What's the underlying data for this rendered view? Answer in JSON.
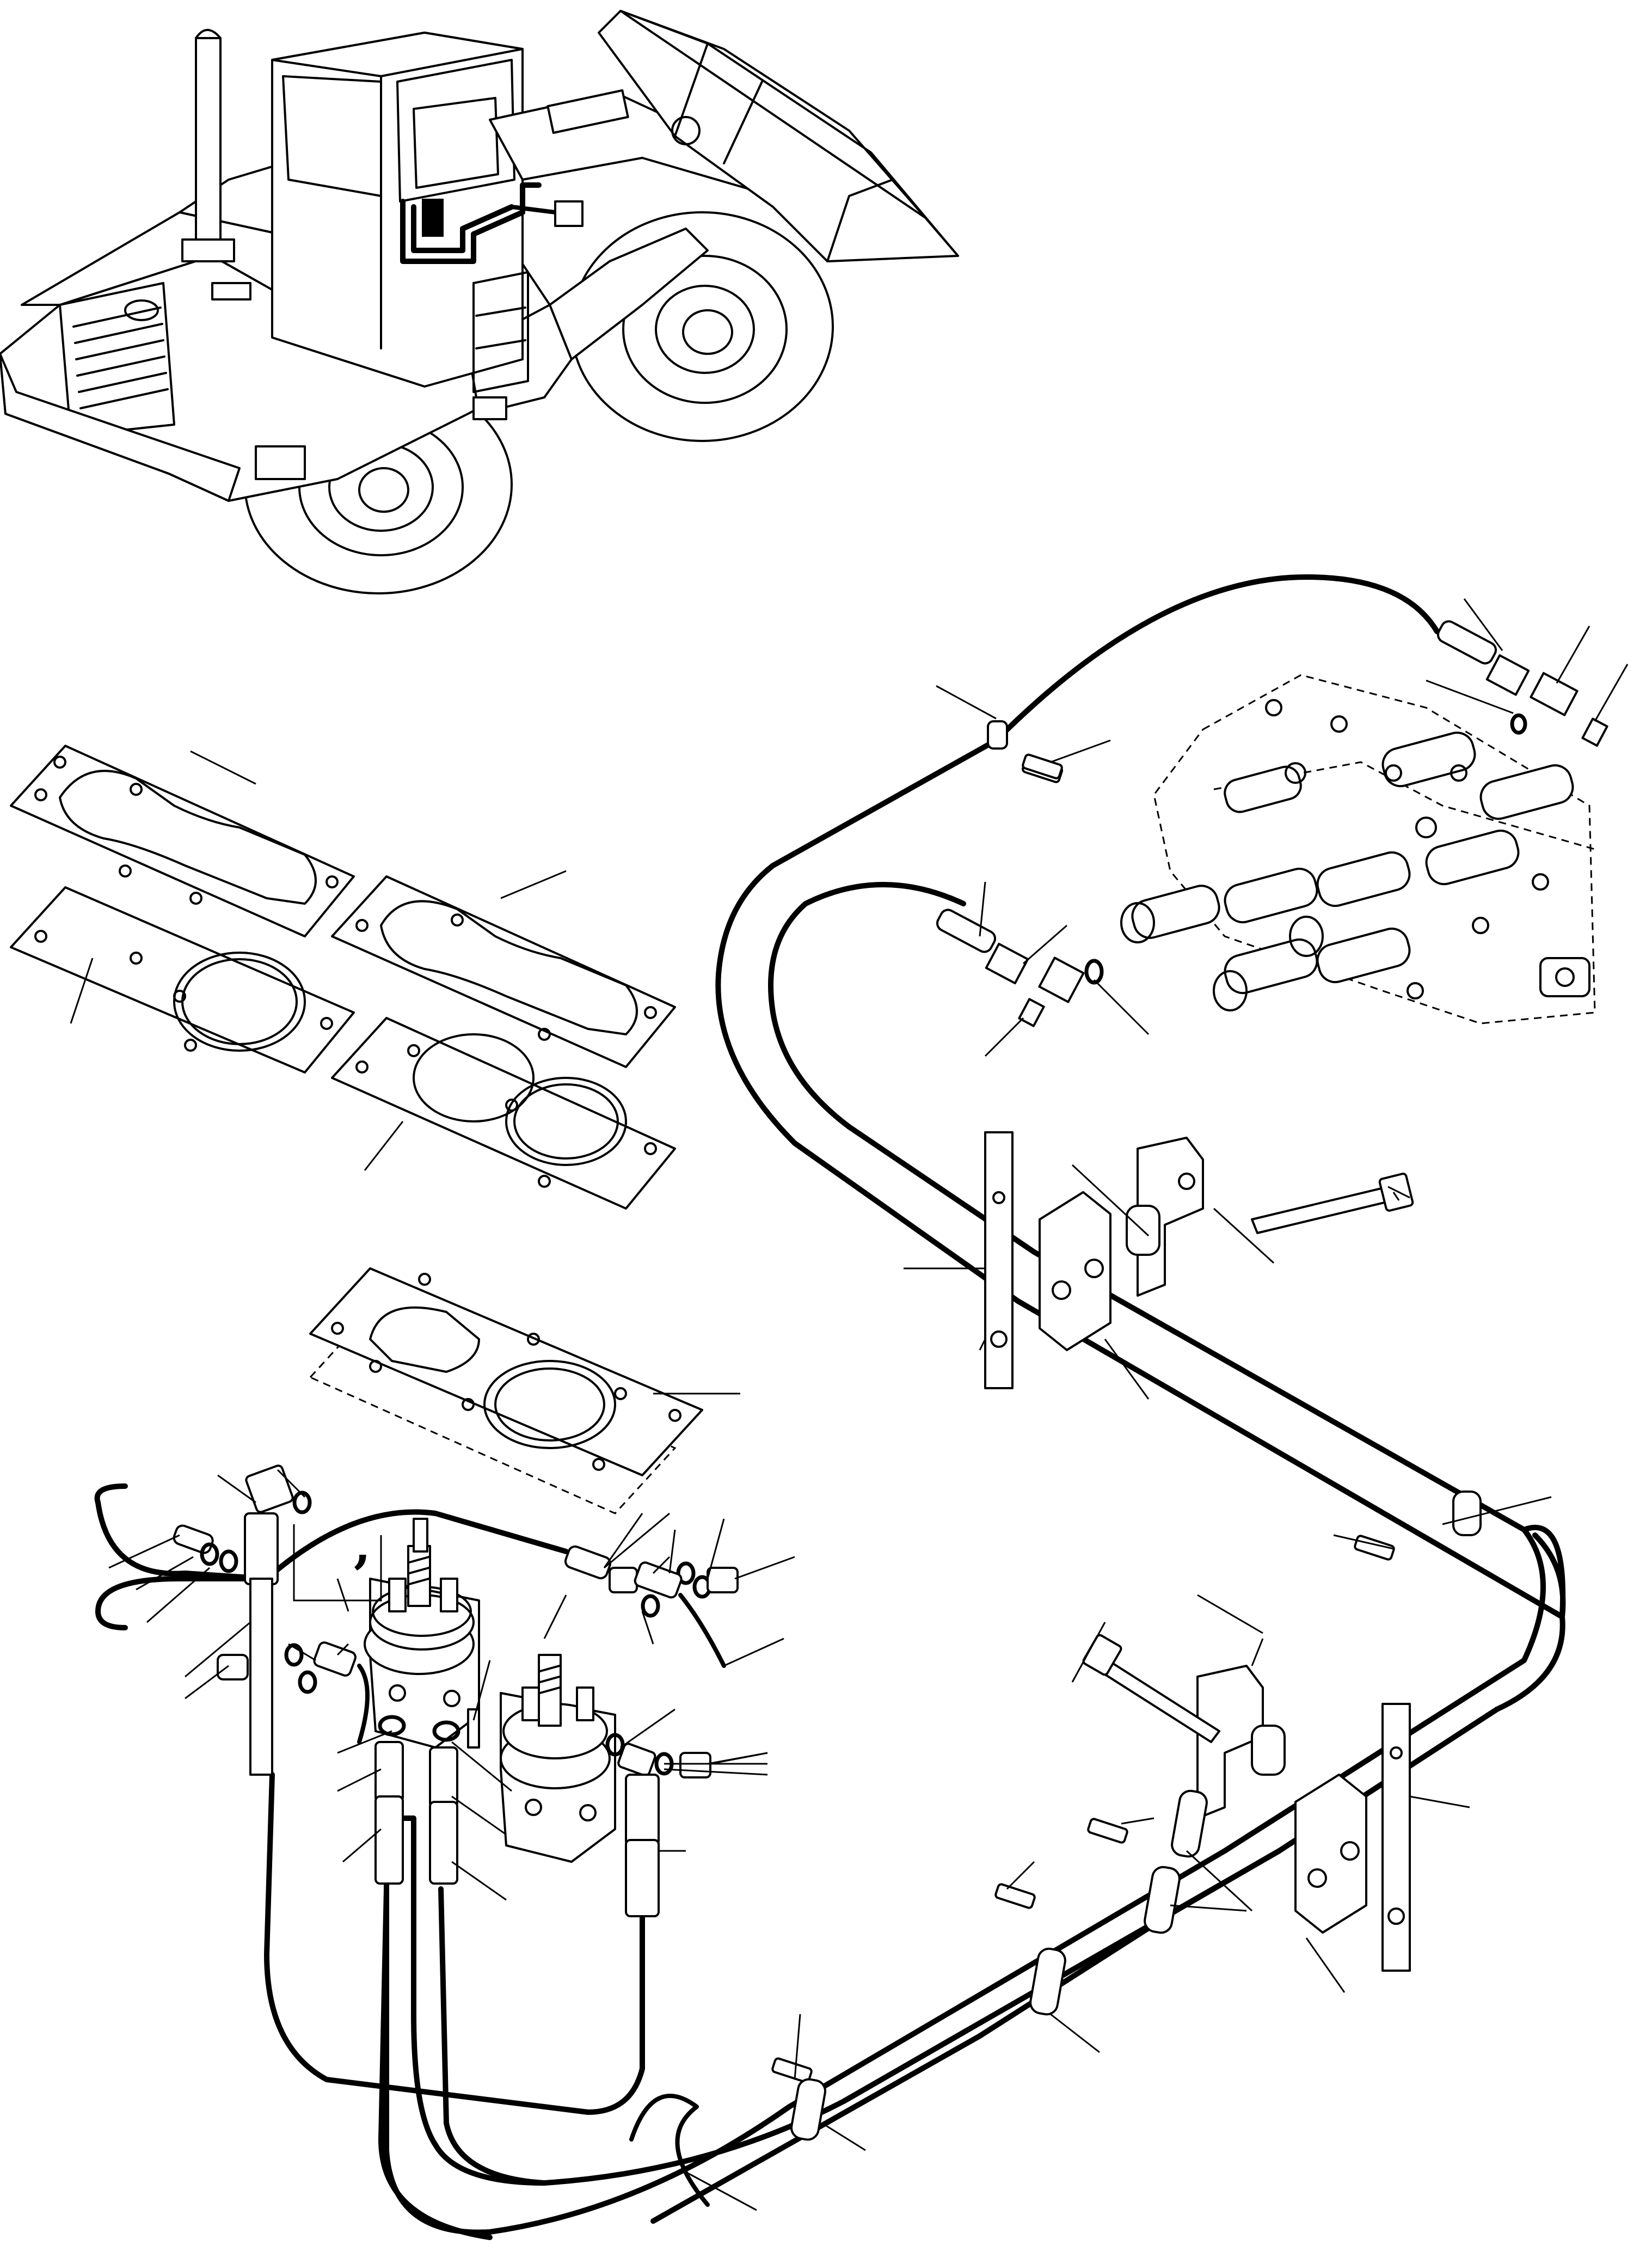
{
  "drawing": {
    "background_color": "#ffffff",
    "line_color": "#000000",
    "detail_mark": ","
  },
  "components": {
    "loader_locator": "wheel-loader",
    "control_valve": "control-valve",
    "flanges": "gasket-plates",
    "solenoid_valves": "solenoid-valve",
    "hoses": "hydraulic-hose"
  }
}
